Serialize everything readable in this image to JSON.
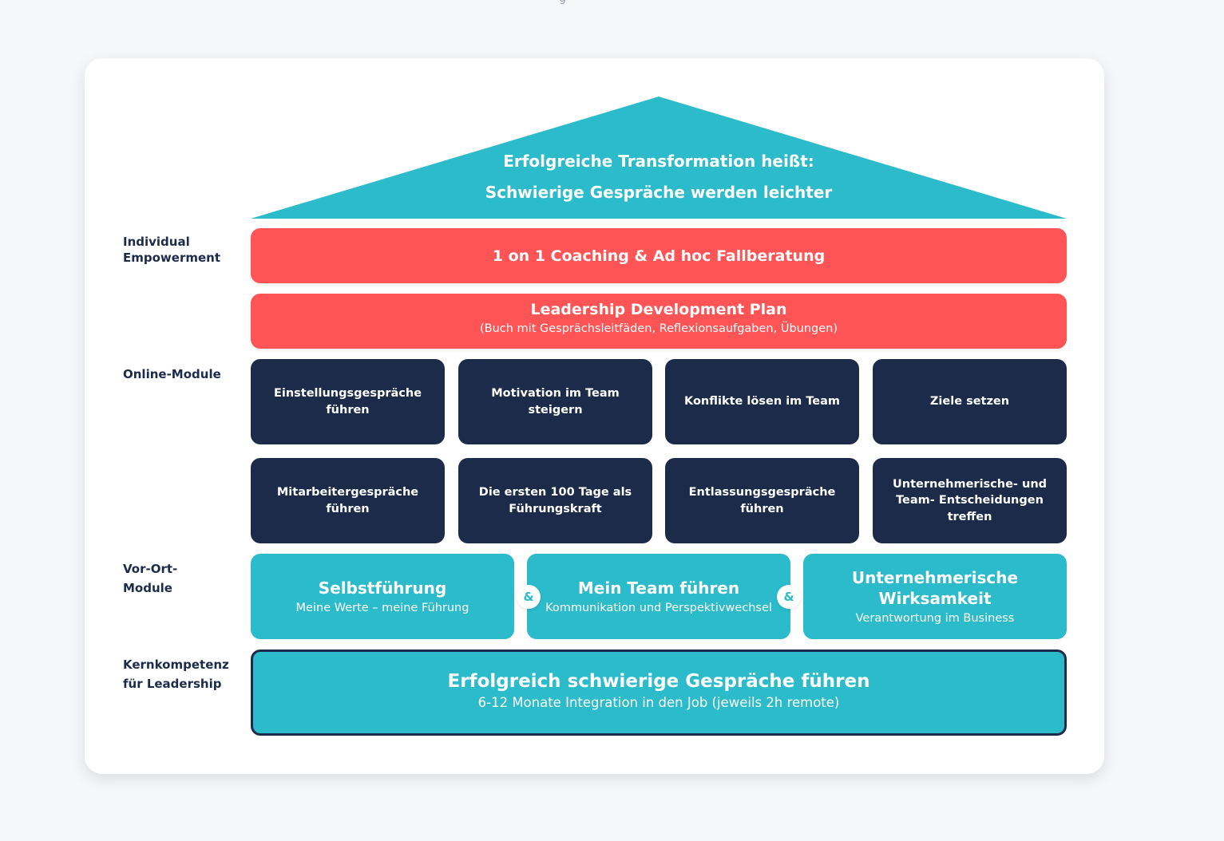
{
  "top_fragment": "g",
  "roof": {
    "line1": "Erfolgreiche Transformation heißt:",
    "line2": "Schwierige Gespräche werden leichter",
    "color": "#2cbbcb"
  },
  "labels": {
    "individual_1": "Individual",
    "individual_2": "Empowerment",
    "online": "Online-Module",
    "vorort_1": "Vor-Ort-",
    "vorort_2": "Module",
    "kern_1": "Kernkompetenz",
    "kern_2": "für Leadership"
  },
  "coaching_bar": {
    "title": "1 on 1 Coaching & Ad hoc Fallberatung",
    "color": "#fe5455"
  },
  "ldp_bar": {
    "title": "Leadership Development Plan",
    "subtitle": "(Buch mit Gesprächsleitfäden, Reflexionsaufgaben, Übungen)"
  },
  "online_modules": {
    "row1": [
      "Einstellungsgespräche führen",
      "Motivation im Team steigern",
      "Konflikte lösen im Team",
      "Ziele setzen"
    ],
    "row2": [
      "Mitarbeitergespräche führen",
      "Die ersten 100 Tage als Führungskraft",
      "Entlassungsgespräche führen",
      "Unternehmerische- und Team- Entscheidungen treffen"
    ],
    "color": "#1d2b4b"
  },
  "vorort_modules": [
    {
      "title": "Selbstführung",
      "subtitle": "Meine Werte – meine Führung"
    },
    {
      "title": "Mein Team führen",
      "subtitle": "Kommunikation und Perspektivwechsel"
    },
    {
      "title": "Unternehmerische Wirksamkeit",
      "subtitle": "Verantwortung im Business"
    }
  ],
  "ampersand": "&",
  "foundation": {
    "title": "Erfolgreich schwierige Gespräche führen",
    "subtitle": "6-12 Monate Integration in den Job (jeweils 2h remote)"
  }
}
